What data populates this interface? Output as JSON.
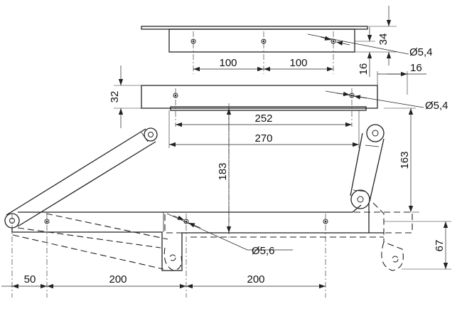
{
  "dimensions": {
    "pitch_top_1": "100",
    "pitch_top_2": "100",
    "hole_top_dia": "Ø5,4",
    "hole_right_dia": "Ø5,4",
    "hole_bottom_dia": "Ø5,6",
    "plate_height": "34",
    "plate_offset": "16",
    "plate_edge": "16",
    "lid_offset": "32",
    "width_inner": "252",
    "width_outer": "270",
    "lift_height": "183",
    "open_height": "163",
    "base_height": "67",
    "left_offset": "50",
    "base_pitch_1": "200",
    "base_pitch_2": "200"
  }
}
